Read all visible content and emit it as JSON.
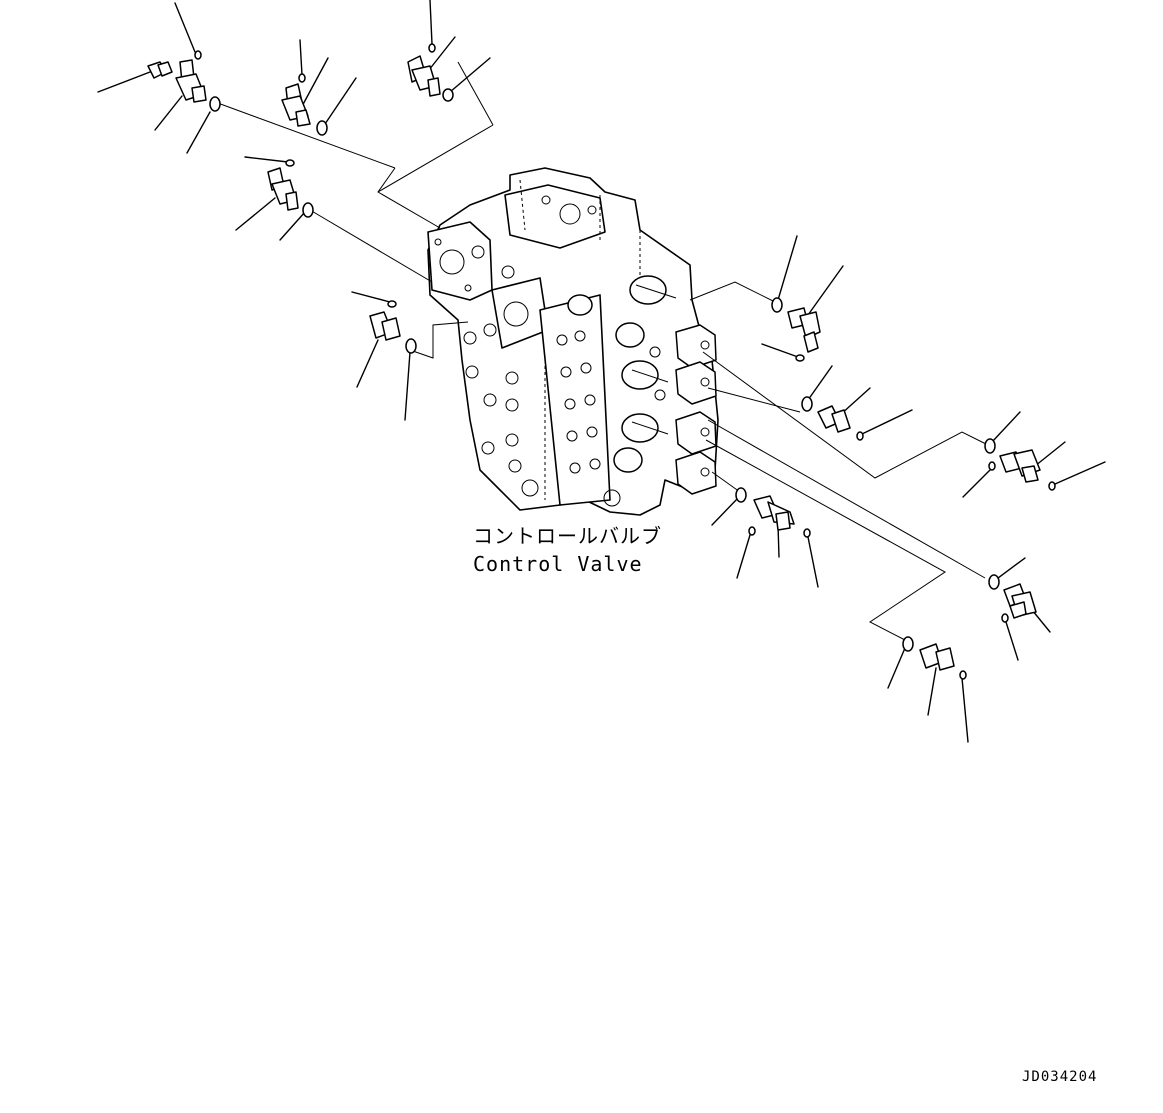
{
  "diagram": {
    "part_label_ja": "コントロールバルブ",
    "part_label_en": "Control Valve",
    "drawing_code": "JD034204"
  }
}
